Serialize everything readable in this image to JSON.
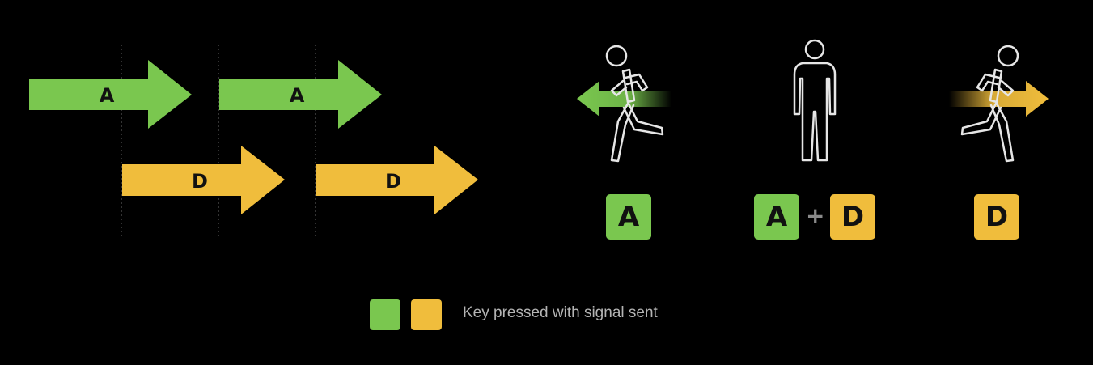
{
  "colors": {
    "green": "#7ac74f",
    "yellow": "#f0bd3c",
    "background": "#000000",
    "figure_stroke": "#e6e6e6",
    "divider": "#666666",
    "legend_text": "#b4b4b4"
  },
  "timeline": {
    "arrows": [
      {
        "key": "A",
        "color": "green"
      },
      {
        "key": "A",
        "color": "green"
      },
      {
        "key": "D",
        "color": "yellow"
      },
      {
        "key": "D",
        "color": "yellow"
      }
    ]
  },
  "states": [
    {
      "icon": "running-left-figure-icon",
      "signal": "left-green-arrow",
      "keys": [
        "A"
      ]
    },
    {
      "icon": "standing-figure-icon",
      "signal": "none",
      "keys": [
        "A",
        "D"
      ],
      "joiner": "+"
    },
    {
      "icon": "running-right-figure-icon",
      "signal": "right-yellow-arrow",
      "keys": [
        "D"
      ]
    }
  ],
  "legend": {
    "label": "Key pressed with signal sent"
  }
}
